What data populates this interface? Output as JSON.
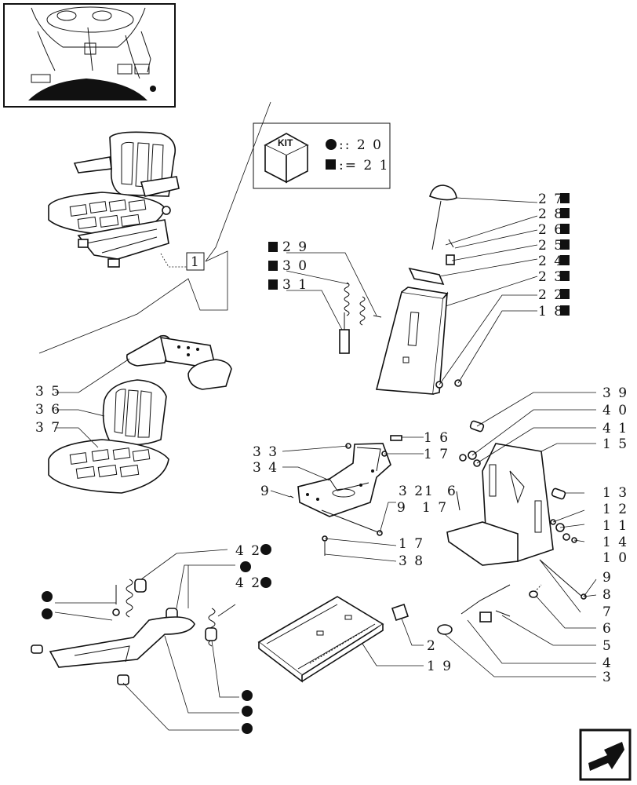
{
  "kit_legend": {
    "kit_label": "KIT",
    "items": [
      {
        "marker": "circle",
        "text": ":: 2 0"
      },
      {
        "marker": "square",
        "text": ":= 2 1"
      }
    ]
  },
  "reference_box_label": "1",
  "callouts": {
    "c27": "2 7",
    "c28": "2 8",
    "c26": "2 6",
    "c25": "2 5",
    "c24": "2 4",
    "c23": "2 3",
    "c22": "2 2",
    "c18": "1 8",
    "c29": "2 9",
    "c30": "3 0",
    "c31": "3 1",
    "c35": "3 5",
    "c36": "3 6",
    "c37": "3 7",
    "c39": "3 9",
    "c40": "4 0",
    "c41": "4 1",
    "c15": "1 5",
    "c16": "1 6",
    "c17a": "1 7",
    "c33": "3 3",
    "c34": "3 4",
    "c9a": "9",
    "c32_21": "3 21",
    "c9b": "9",
    "c6b": "6",
    "c17b": "1 7",
    "c17c": "1 7",
    "c38": "3 8",
    "c13": "1 3",
    "c12": "1 2",
    "c11": "1 1",
    "c14": "1 4",
    "c10": "1 0",
    "c9c": "9",
    "c8": "8",
    "c7": "7",
    "c6": "6",
    "c5": "5",
    "c4": "4",
    "c3": "3",
    "c2": "2",
    "c19": "1 9",
    "c42a": "4 2",
    "c42b": "4 2"
  }
}
